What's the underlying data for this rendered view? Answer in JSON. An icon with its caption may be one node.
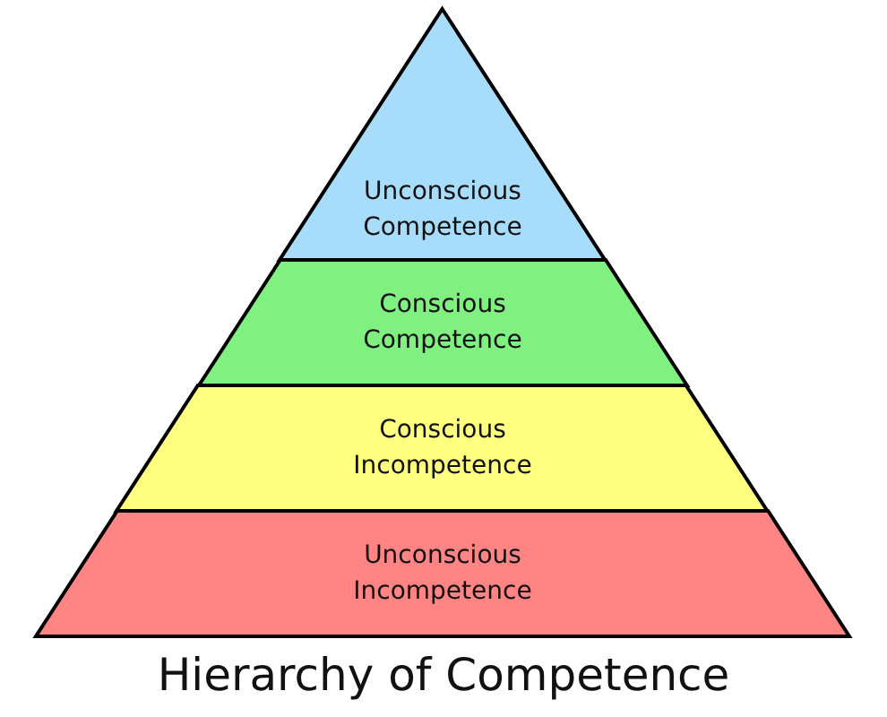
{
  "diagram": {
    "title": "Hierarchy of Competence",
    "nodes": [
      {
        "text": [
          "Unconscious Competence"
        ]
      },
      {
        "text": [
          "Conscious Competence"
        ]
      },
      {
        "text": [
          "Conscious Incompetence"
        ]
      },
      {
        "text": [
          "Unconscious Incompetence"
        ]
      }
    ]
  }
}
